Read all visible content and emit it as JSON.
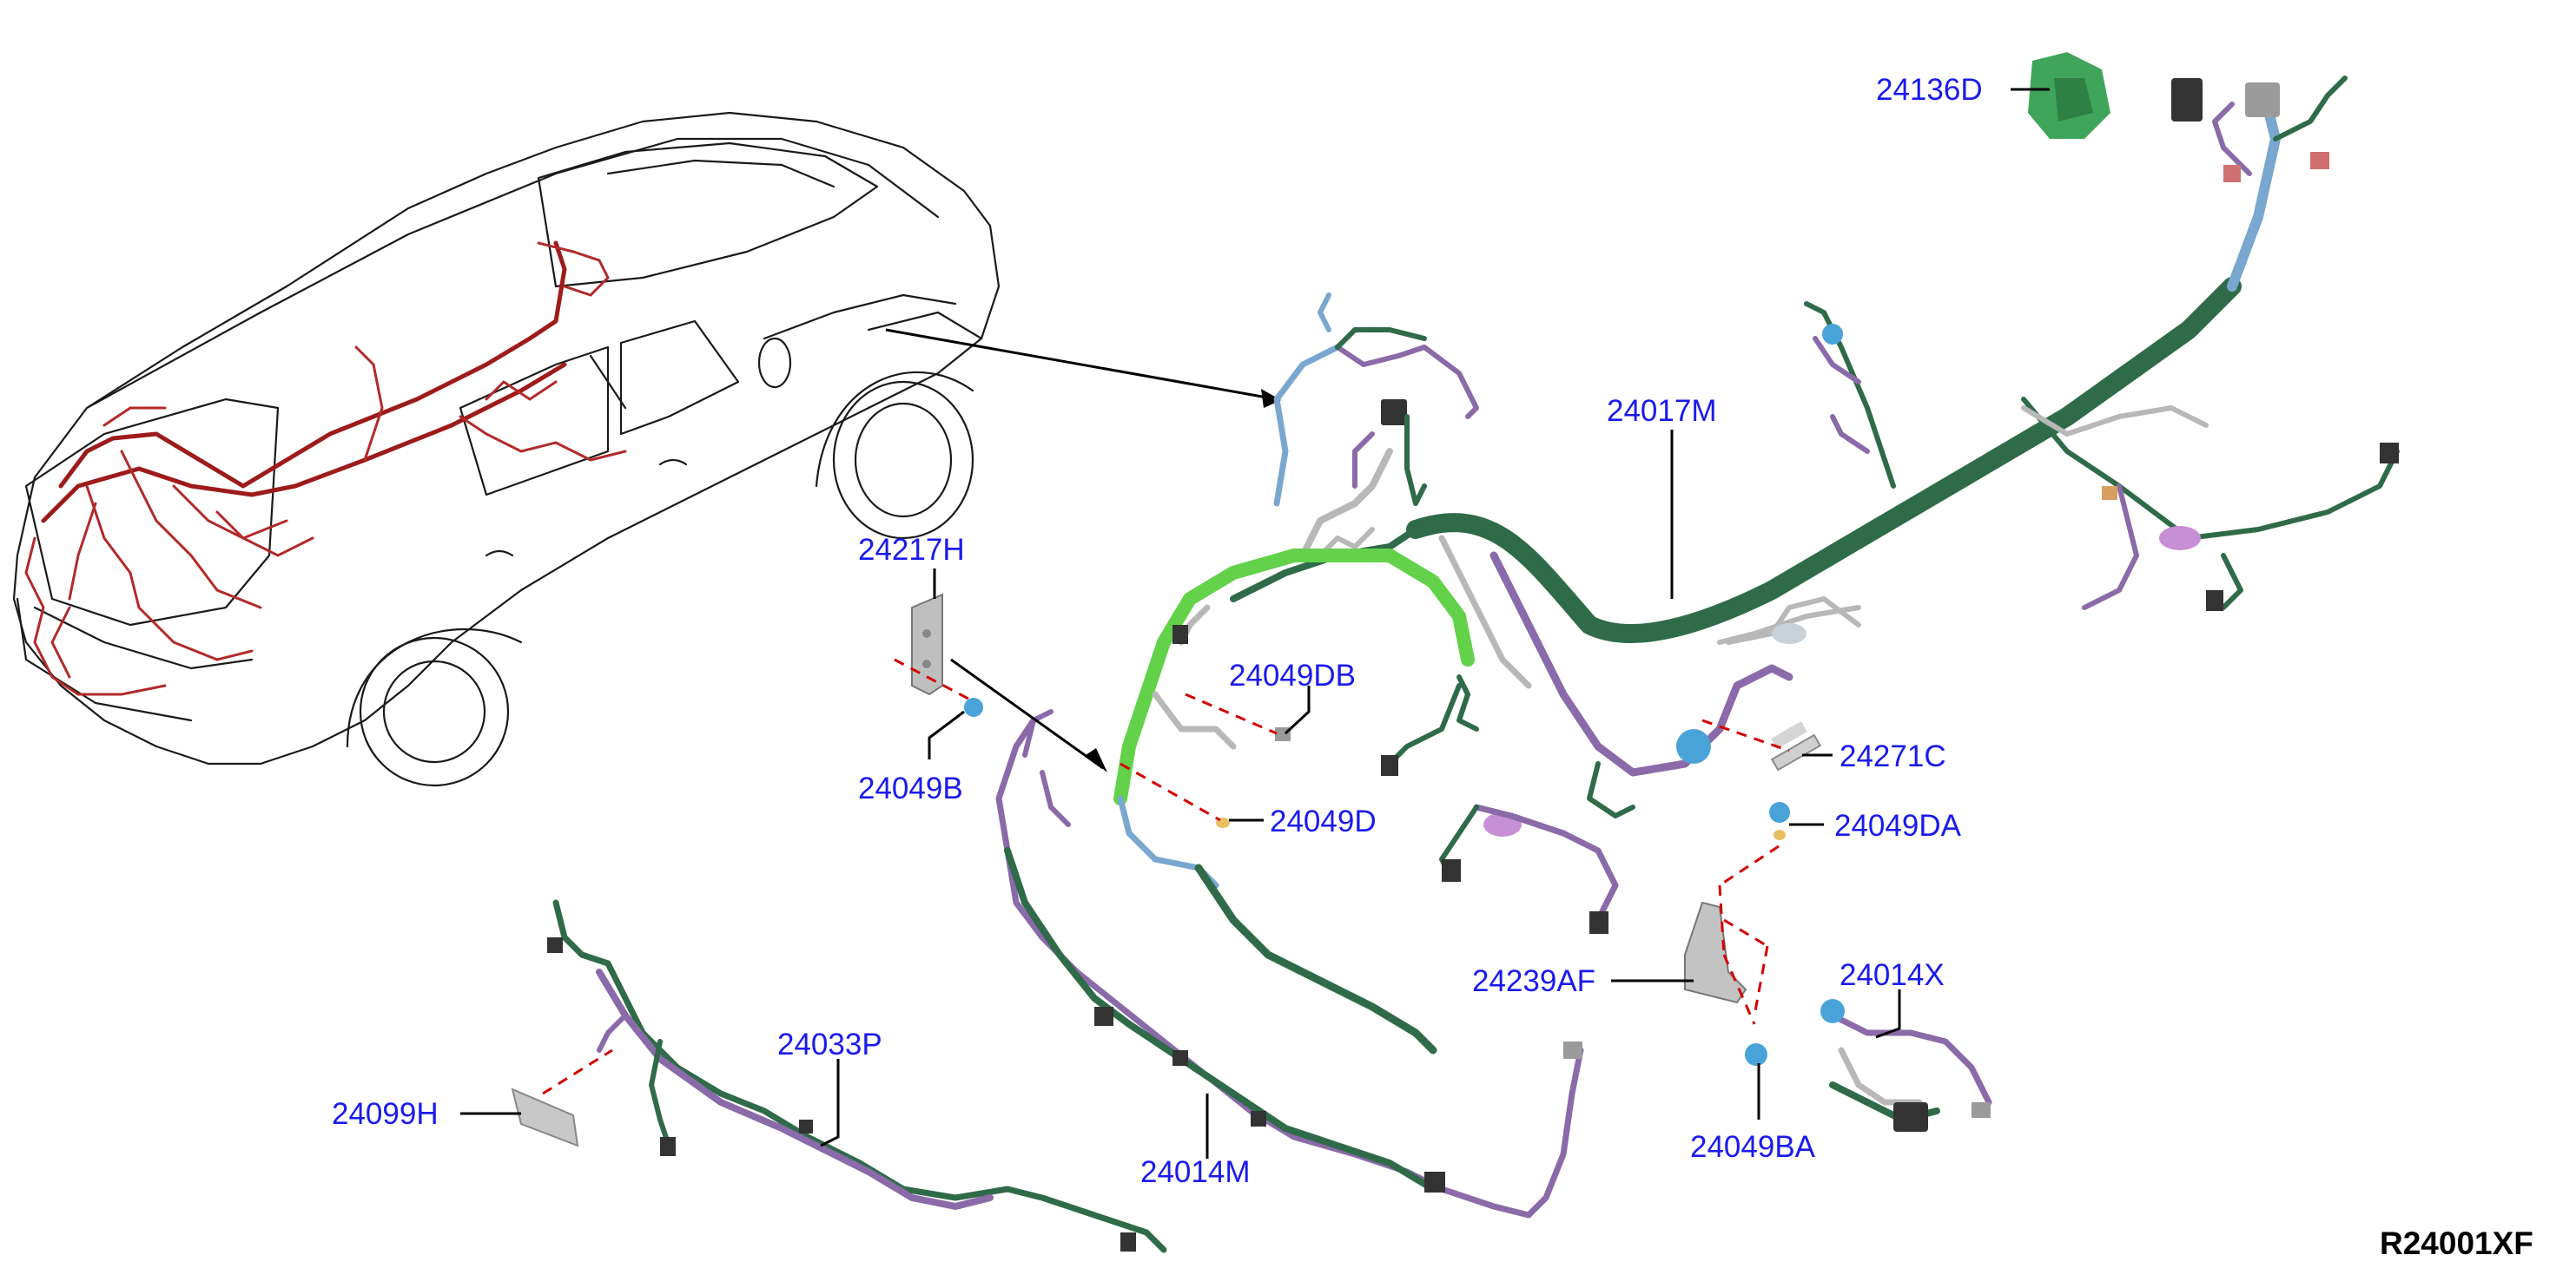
{
  "diagram": {
    "code": "R24001XF",
    "labels": {
      "l24136D": "24136D",
      "l24017M": "24017M",
      "l24217H": "24217H",
      "l24049DB": "24049DB",
      "l24271C": "24271C",
      "l24049B": "24049B",
      "l24049D": "24049D",
      "l24049DA": "24049DA",
      "l24239AF": "24239AF",
      "l24014X": "24014X",
      "l24033P": "24033P",
      "l24099H": "24099H",
      "l24014M": "24014M",
      "l24049BA": "24049BA"
    },
    "colors": {
      "label_text": "#1a1aee",
      "leader_line": "#000000",
      "dashed_reference": "#d40000",
      "vehicle_harness": "#9e1b1b",
      "harness_dark_green": "#2f6b49",
      "harness_light_green": "#63d24a",
      "harness_purple": "#8a6aa8",
      "harness_blue": "#7aa7cf"
    }
  }
}
